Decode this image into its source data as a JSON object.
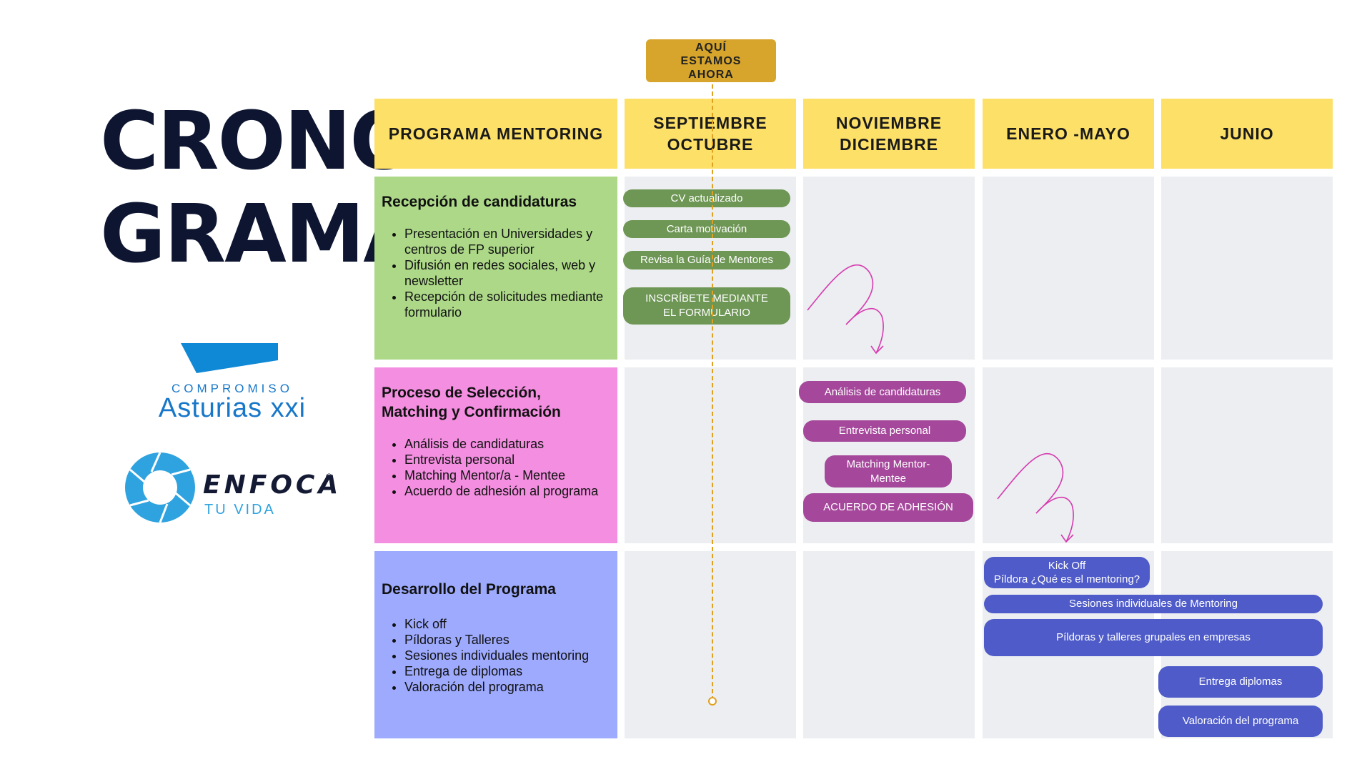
{
  "title": {
    "line1": "CRONO",
    "line2": "GRAMA"
  },
  "logos": {
    "compromiso": {
      "top": "COMPROMISO",
      "bottom": "Asturias xxi"
    },
    "enfoca": {
      "top": "ENFOCA",
      "reg": "®",
      "bottom": "TU VIDA"
    }
  },
  "now_marker": {
    "label": "AQUÍ ESTAMOS AHORA"
  },
  "headers": {
    "program": "PROGRAMA MENTORING",
    "col1": "SEPTIEMBRE OCTUBRE",
    "col2": "NOVIEMBRE DICIEMBRE",
    "col3": "ENERO -MAYO",
    "col4": "JUNIO"
  },
  "rows": [
    {
      "title": "Recepción de candidaturas",
      "items": [
        "Presentación en Universidades y centros de FP superior",
        "Difusión en redes sociales, web y newsletter",
        "Recepción de solicitudes mediante formulario"
      ],
      "color": "#acd888"
    },
    {
      "title": "Proceso de Selección, Matching y Confirmación",
      "items": [
        "Análisis de candidaturas",
        "Entrevista personal",
        "Matching Mentor/a - Mentee",
        "Acuerdo de adhesión al programa"
      ],
      "color": "#f38ee0"
    },
    {
      "title": "Desarrollo del Programa",
      "items": [
        "Kick off",
        "Píldoras y Talleres",
        "Sesiones individuales mentoring",
        "Entrega de diplomas",
        "Valoración del programa"
      ],
      "color": "#9daafe"
    }
  ],
  "tasks": {
    "cv": "CV actualizado",
    "carta": "Carta motivación",
    "guia": "Revisa la Guía de Mentores",
    "inscribete": "INSCRÍBETE MEDIANTE EL FORMULARIO",
    "analisis": "Análisis de candidaturas",
    "entrevista": "Entrevista personal",
    "matching": "Matching Mentor-Mentee",
    "acuerdo": "ACUERDO DE ADHESIÓN",
    "kickoff_line1": "Kick Off",
    "kickoff_line2": "Píldora ¿Qué es el mentoring?",
    "sesiones": "Sesiones individuales de Mentoring",
    "pildoras": "Píldoras y talleres grupales en empresas",
    "diplomas": "Entrega diplomas",
    "valoracion": "Valoración del programa"
  },
  "colors": {
    "header": "#fde068",
    "cell": "#eceef1",
    "green_task": "#6e9655",
    "purple_task": "#a5489b",
    "blue_task": "#4e5bc8",
    "now_badge": "#d7a52b",
    "arrow": "#d63bb0"
  }
}
